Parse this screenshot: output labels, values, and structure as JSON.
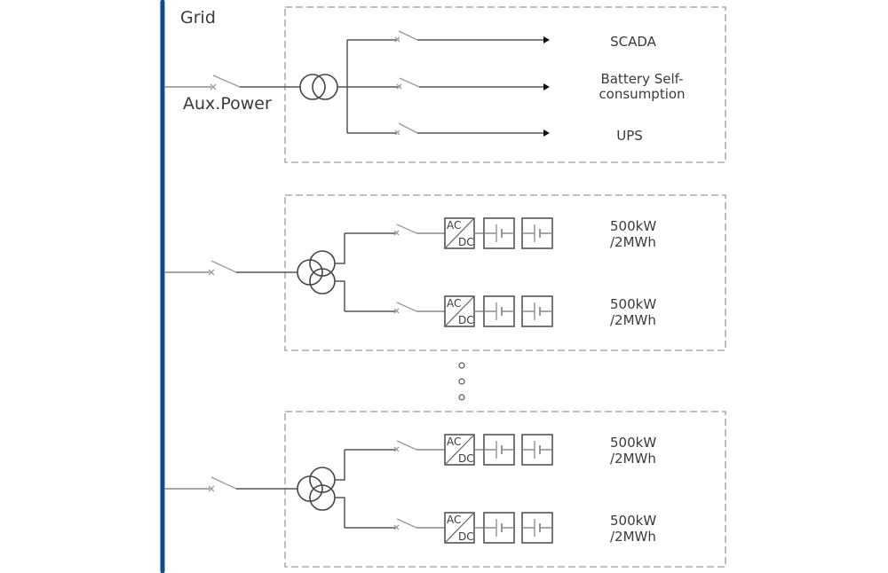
{
  "diagram": {
    "title": "Grid",
    "busbar_color": "#0f4c8f",
    "aux_section": {
      "label": "Aux.Power",
      "loads": [
        {
          "label_lines": [
            "SCADA"
          ]
        },
        {
          "label_lines": [
            "Battery Self-",
            "consumption"
          ]
        },
        {
          "label_lines": [
            "UPS"
          ]
        }
      ]
    },
    "storage_sections": [
      {
        "units": [
          {
            "converter_top": "AC",
            "converter_bottom": "DC",
            "rating_lines": [
              "500kW",
              "/2MWh"
            ]
          },
          {
            "converter_top": "AC",
            "converter_bottom": "DC",
            "rating_lines": [
              "500kW",
              "/2MWh"
            ]
          }
        ]
      },
      {
        "units": [
          {
            "converter_top": "AC",
            "converter_bottom": "DC",
            "rating_lines": [
              "500kW",
              "/2MWh"
            ]
          },
          {
            "converter_top": "AC",
            "converter_bottom": "DC",
            "rating_lines": [
              "500kW",
              "/2MWh"
            ]
          }
        ]
      }
    ],
    "ellipsis_dots": 3
  }
}
